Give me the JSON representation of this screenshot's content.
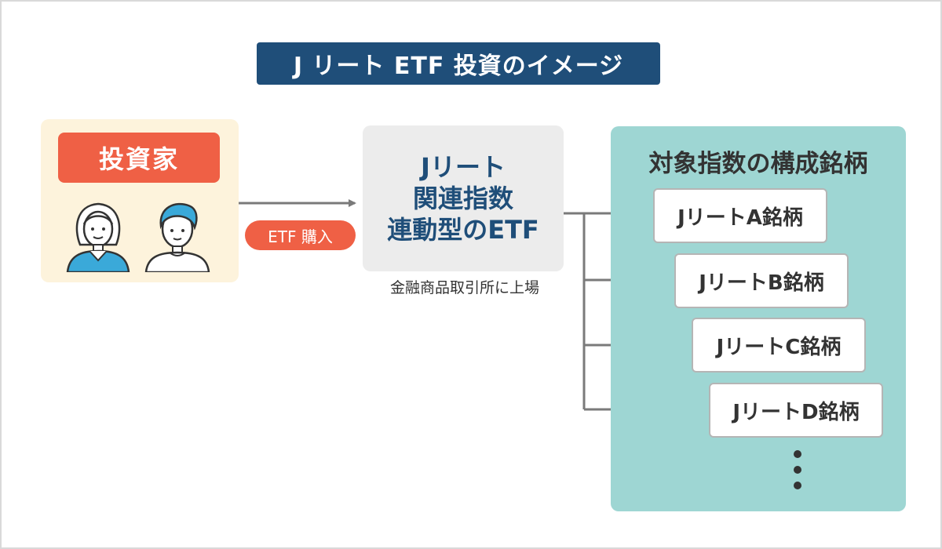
{
  "title": "J リート ETF 投資のイメージ",
  "investor": {
    "label": "投資家"
  },
  "purchase_label": "ETF 購入",
  "etf": {
    "lines": [
      "Jリート",
      "関連指数",
      "連動型のETF"
    ],
    "listing_note": "金融商品取引所に上場"
  },
  "index_constituents": {
    "title": "対象指数の構成銘柄",
    "stocks": [
      "JリートA銘柄",
      "JリートB銘柄",
      "JリートC銘柄",
      "JリートD銘柄"
    ]
  },
  "colors": {
    "title_bg": "#1f4e79",
    "accent_red": "#ef6045",
    "investor_bg": "#fdf3dc",
    "etf_bg": "#ececec",
    "etf_text": "#1f4e79",
    "teal_bg": "#9ed6d3",
    "arrow": "#7a7a7a"
  }
}
